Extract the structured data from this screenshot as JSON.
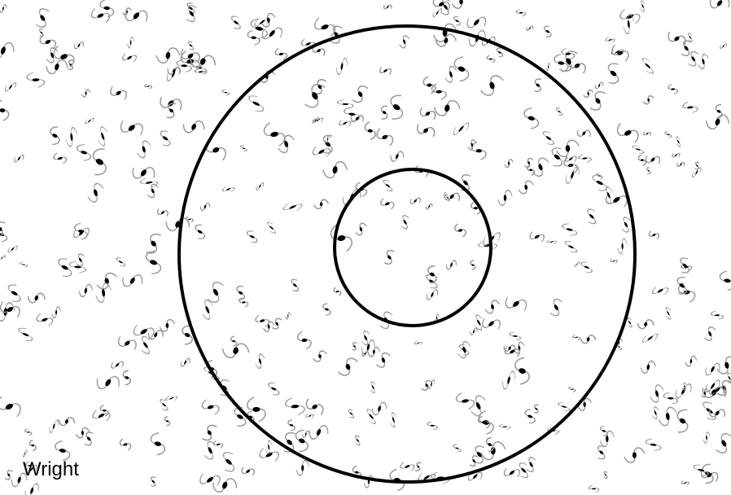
{
  "caption": "Wright",
  "colors": {
    "background": "#ffffff",
    "rings": "#000000",
    "galaxy_core": "#000000",
    "galaxy_arm": "#9a9a9a"
  },
  "figure": {
    "description_items": [
      "concentric-rings",
      "spiral-galaxy-field"
    ]
  }
}
